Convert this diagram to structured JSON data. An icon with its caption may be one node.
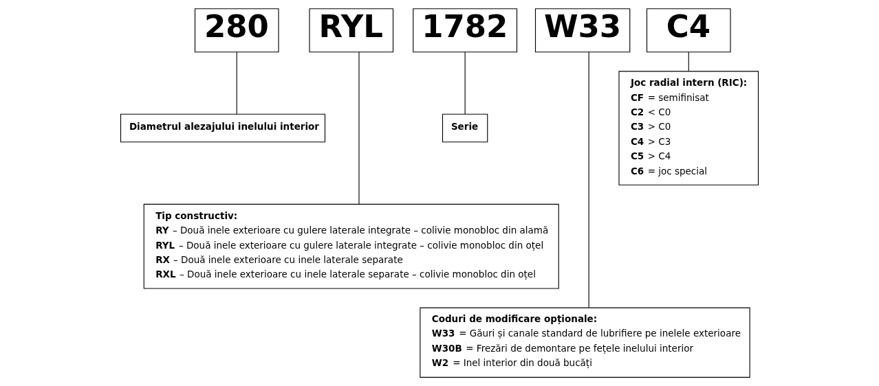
{
  "diagram": {
    "nodes": [
      {
        "text": [
          "280"
        ]
      },
      {
        "text": [
          "RYL"
        ]
      },
      {
        "text": [
          "1782"
        ]
      },
      {
        "text": [
          "W33"
        ]
      },
      {
        "text": [
          "C4"
        ]
      },
      {
        "text": [
          "Diametrul alezajului inelului interior"
        ]
      },
      {
        "text": [
          "Serie"
        ]
      },
      {
        "text": [
          "Tip constructiv:",
          "RY – Două inele exterioare cu gulere laterale integrate – colivie monobloc din alamă",
          "RYL – Două inele exterioare cu gulere laterale integrate – colivie monobloc din oțel",
          "RX – Două inele exterioare cu inele laterale separate",
          "RXL – Două inele exterioare cu inele laterale separate – colivie monobloc din oțel"
        ]
      },
      {
        "text": [
          "Joc radial intern (RIC):",
          "CF = semifinisat",
          "C2 < C0",
          "C3 > C0",
          "C4 > C3",
          "C5 > C4",
          "C6 = joc special"
        ]
      },
      {
        "text": [
          "Coduri de modificare opționale:",
          "W33 = Găuri și canale standard de lubrifiere pe inelele exterioare",
          "W30B = Frezări de demontare pe fețele inelului interior",
          "W2 = Inel interior din două bucăți"
        ]
      }
    ],
    "edges": [
      {
        "from": 0,
        "to": 5,
        "arrow": "none"
      },
      {
        "from": 1,
        "to": 7,
        "arrow": "none"
      },
      {
        "from": 2,
        "to": 6,
        "arrow": "none"
      },
      {
        "from": 3,
        "to": 9,
        "arrow": "none"
      },
      {
        "from": 4,
        "to": 8,
        "arrow": "none"
      }
    ]
  }
}
